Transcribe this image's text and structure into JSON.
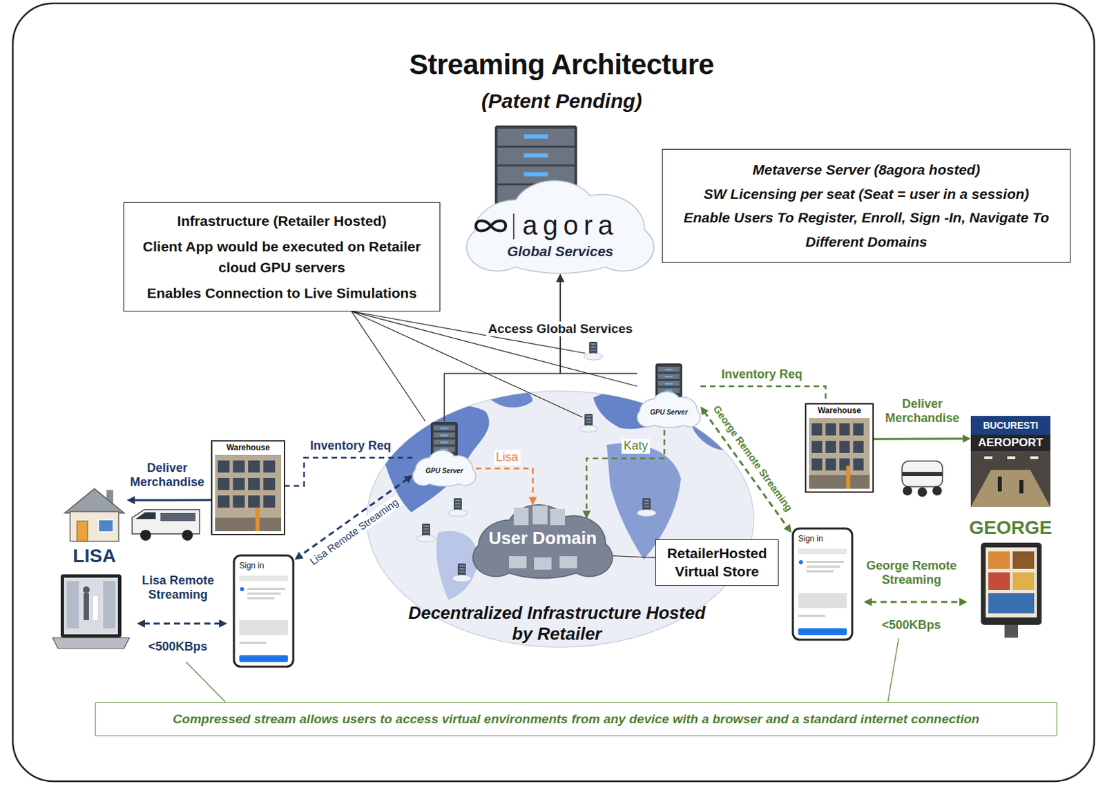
{
  "diagram": {
    "title": "Streaming Architecture",
    "caption": "Compressed stream allows users to access virtual environments from any device with a browser and a standard internet connection",
    "nodes": [
      {
        "text": [
          "agora",
          "Global Services"
        ]
      },
      {
        "text": [
          "Metaverse Server (8agora hosted)",
          "SW Licensing per seat (Seat = user in a session)",
          "Enable Users To Register, Enroll, Sign -In, Navigate To Different Domains"
        ]
      },
      {
        "text": [
          "Infrastructure (Retailer Hosted)",
          "Client App would be executed on Retailer cloud GPU servers",
          "Enables Connection to Live Simulations"
        ]
      },
      {
        "text": [
          "GPU Server"
        ]
      },
      {
        "text": [
          "Warehouse"
        ]
      },
      {
        "text": [
          "BUCURESTI",
          "AEROPORT",
          "GEORGE"
        ]
      },
      {
        "text": [
          "Warehouse"
        ]
      },
      {
        "text": [
          "GPU Server"
        ]
      },
      {
        "text": [
          "LISA"
        ]
      },
      {
        "text": [
          "User Domain"
        ]
      },
      {
        "text": [
          "RetailerHosted Virtual Store"
        ]
      },
      {
        "text": [
          "Sign in"
        ]
      },
      {
        "text": [
          "Sign in"
        ]
      }
    ],
    "edges": [
      {
        "from": 7,
        "to": 0,
        "arrow": "to",
        "label": "Access Global Services"
      },
      {
        "from": 3,
        "to": 0,
        "arrow": "to"
      },
      {
        "from": 2,
        "to": 7,
        "arrow": "none"
      },
      {
        "from": 2,
        "to": 3,
        "arrow": "none"
      },
      {
        "from": 3,
        "to": 4,
        "arrow": "none",
        "label": "Inventory Req"
      },
      {
        "from": 4,
        "to": 5,
        "arrow": "to",
        "label": "Deliver Merchandise"
      },
      {
        "from": 7,
        "to": 6,
        "arrow": "none",
        "label": "Inventory Req"
      },
      {
        "from": 6,
        "to": 8,
        "arrow": "to",
        "label": "Deliver Merchandise"
      },
      {
        "from": 7,
        "to": 9,
        "arrow": "to",
        "label": "Lisa"
      },
      {
        "from": 3,
        "to": 9,
        "arrow": "to",
        "label": "Katy"
      },
      {
        "from": 7,
        "to": 12,
        "arrow": "both",
        "label": "Lisa Remote Streaming"
      },
      {
        "from": 3,
        "to": 11,
        "arrow": "both",
        "label": "George Remote Streaming"
      },
      {
        "from": 10,
        "to": 9,
        "arrow": "none"
      }
    ],
    "labels": [
      "(Patent Pending)",
      "Lisa Remote Streaming",
      "<500KBps",
      "George Remote Streaming",
      "<500KBps",
      "Decentralized Infrastructure Hosted by Retailer"
    ]
  }
}
